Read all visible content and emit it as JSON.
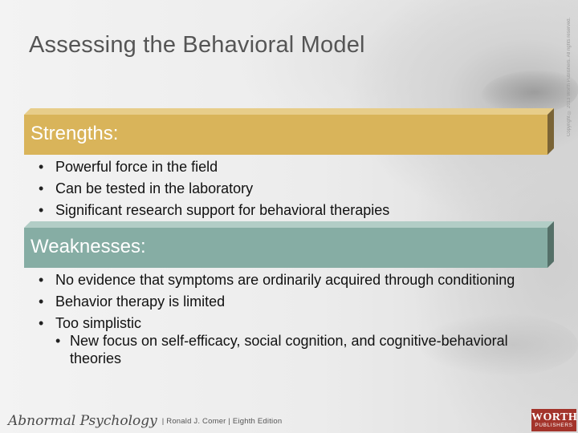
{
  "slide": {
    "title": "Assessing the Behavioral Model",
    "copyright": "Copyright © 2013 Worth Publishers. All rights reserved."
  },
  "strengths": {
    "heading": "Strengths:",
    "items": [
      "Powerful force in the field",
      "Can be tested in the laboratory",
      "Significant research support for behavioral therapies"
    ]
  },
  "weaknesses": {
    "heading": "Weaknesses:",
    "items": [
      "No evidence that symptoms are ordinarily acquired through conditioning",
      "Behavior therapy is limited",
      "Too simplistic"
    ],
    "subitem": "New focus on self-efficacy, social cognition, and cognitive-behavioral theories"
  },
  "footer": {
    "book": "Abnormal Psychology",
    "meta": "| Ronald J. Comer | Eighth Edition",
    "publisher_line1": "WORTH",
    "publisher_line2": "PUBLISHERS"
  },
  "colors": {
    "strengths_band": "#d9b45a",
    "weaknesses_band": "#86ada4",
    "publisher_logo": "#a3342b"
  }
}
